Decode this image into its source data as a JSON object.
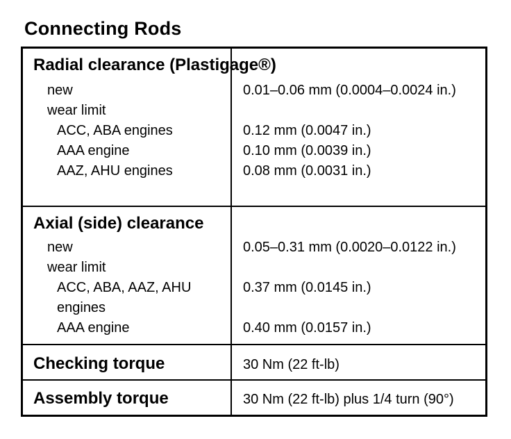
{
  "title": "Connecting Rods",
  "colors": {
    "ink": "#000000",
    "paper": "#ffffff"
  },
  "table": {
    "sections": [
      {
        "header": "Radial clearance (Plastigage®)",
        "rows": [
          {
            "label": "new",
            "indent": 1,
            "value": "0.01–0.06 mm (0.0004–0.0024 in.)"
          },
          {
            "label": "wear limit",
            "indent": 1,
            "value": ""
          },
          {
            "label": "ACC, ABA engines",
            "indent": 2,
            "value": "0.12 mm (0.0047 in.)"
          },
          {
            "label": "AAA engine",
            "indent": 2,
            "value": "0.10 mm (0.0039 in.)"
          },
          {
            "label": "AAZ, AHU engines",
            "indent": 2,
            "value": "0.08 mm (0.0031 in.)"
          }
        ]
      },
      {
        "header": "Axial (side) clearance",
        "rows": [
          {
            "label": "new",
            "indent": 1,
            "value": "0.05–0.31 mm (0.0020–0.0122 in.)"
          },
          {
            "label": "wear limit",
            "indent": 1,
            "value": ""
          },
          {
            "label": "ACC, ABA, AAZ, AHU engines",
            "indent": 2,
            "value": "0.37 mm (0.0145 in.)"
          },
          {
            "label": "AAA engine",
            "indent": 2,
            "value": "0.40 mm (0.0157 in.)"
          }
        ]
      },
      {
        "header": "Checking torque",
        "value": "30 Nm (22 ft-lb)"
      },
      {
        "header": "Assembly torque",
        "value": "30 Nm (22 ft-lb) plus 1/4 turn (90°)"
      }
    ]
  }
}
